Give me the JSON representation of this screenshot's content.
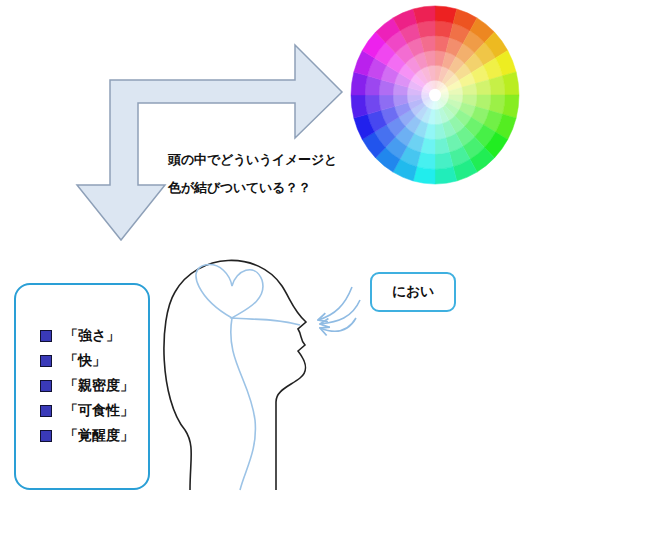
{
  "diagram": {
    "nodes": [
      {
        "text": [
          "「強さ」",
          "「快」",
          "「親密度」",
          "「可食性」",
          "「覚醒度」"
        ]
      },
      {
        "text": [
          "におい"
        ]
      }
    ],
    "labels": [
      "頭の中でどういうイメージと 色が結びついている？？"
    ]
  }
}
